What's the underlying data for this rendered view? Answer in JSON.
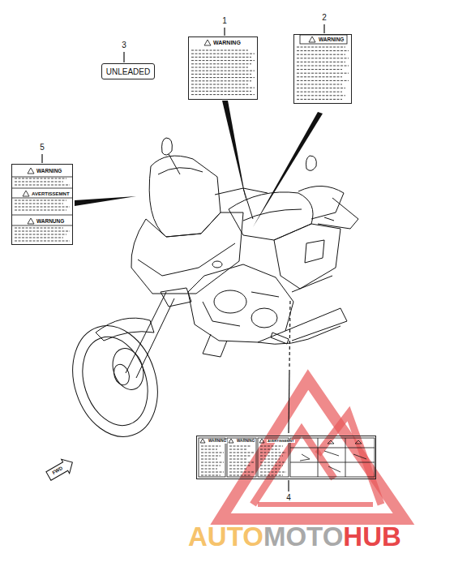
{
  "diagram": {
    "nodes": [
      {
        "text": [
          "WARNING"
        ]
      },
      {
        "text": [
          "WARNING"
        ]
      },
      {
        "text": [
          "UNLEADED"
        ]
      },
      {
        "text": [
          "WARNING",
          "AVERTISSEMNT",
          "WARNUNG"
        ]
      },
      {
        "text": [
          "WARNING",
          "WARNING",
          "AVERTISSEMNT"
        ]
      }
    ],
    "labels": [
      "1",
      "2",
      "3",
      "5",
      "4",
      "FWD",
      "AUTO",
      "MOTO",
      "HUB"
    ]
  }
}
